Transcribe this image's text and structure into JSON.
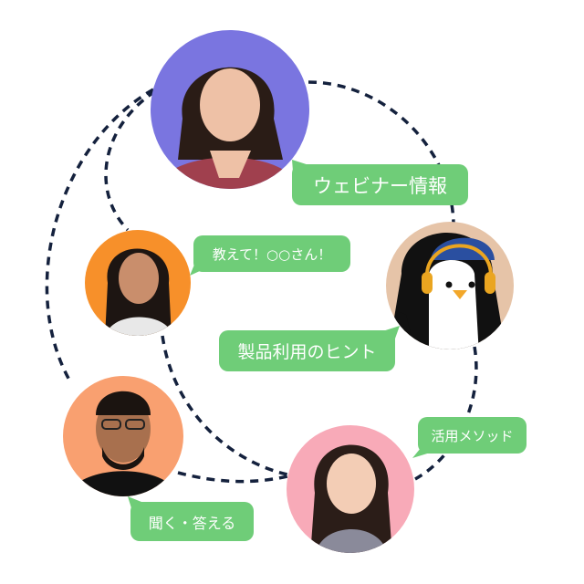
{
  "bubbles": {
    "webinar": "ウェビナー情報",
    "ask": "教えて！○○さん！",
    "tips": "製品利用のヒント",
    "method": "活用メソッド",
    "listen": "聞く・答える"
  },
  "colors": {
    "bubble": "#6fcd78",
    "line": "#14213d",
    "purple": "#7a75e0",
    "orange": "#f7902a",
    "beige": "#e6c4a8",
    "peach": "#f9a070",
    "pink": "#f8aab8"
  }
}
